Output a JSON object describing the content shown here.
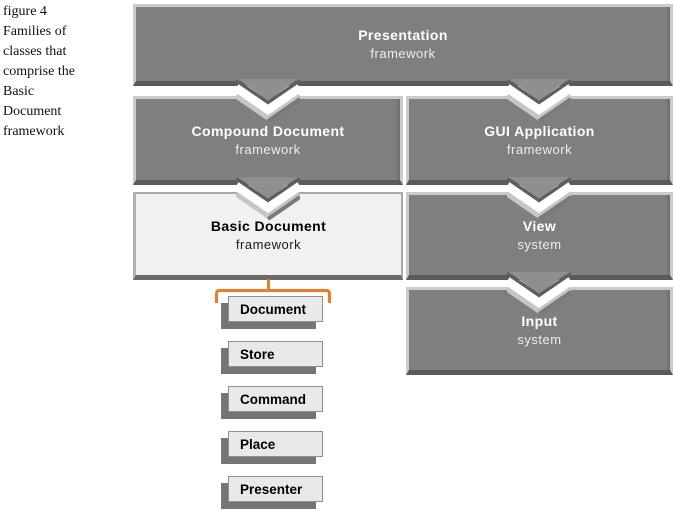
{
  "caption": {
    "lines": [
      "figure 4",
      "Families of",
      "classes that",
      "comprise the",
      "Basic",
      "Document",
      "framework"
    ]
  },
  "boxes": {
    "presentation": {
      "title": "Presentation",
      "subtitle": "framework"
    },
    "compound_document": {
      "title": "Compound Document",
      "subtitle": "framework"
    },
    "gui_application": {
      "title": "GUI Application",
      "subtitle": "framework"
    },
    "basic_document": {
      "title": "Basic Document",
      "subtitle": "framework"
    },
    "view": {
      "title": "View",
      "subtitle": "system"
    },
    "input": {
      "title": "Input",
      "subtitle": "system"
    }
  },
  "classes": [
    "Document",
    "Store",
    "Command",
    "Place",
    "Presenter"
  ],
  "colors": {
    "box_fill": "#7f7f7f",
    "bevel_light": "#cbcbcb",
    "bevel_dark": "#5a5a5a",
    "basic_fill": "#f2f1ef",
    "class_fill": "#e9e9e9",
    "class_shadow": "#757575",
    "bracket_orange": "#f07b26",
    "text_white": "#ffffff"
  }
}
